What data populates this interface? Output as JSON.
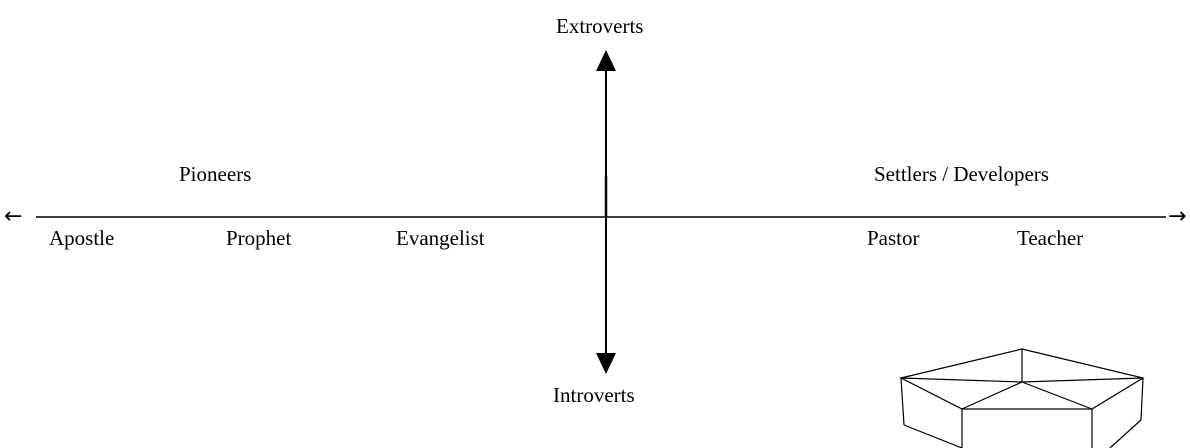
{
  "axes": {
    "top_label": "Extroverts",
    "bottom_label": "Introverts",
    "left_group_label": "Pioneers",
    "right_group_label": "Settlers / Developers",
    "left_arrow": "←",
    "right_arrow": "→"
  },
  "roles": [
    {
      "name": "Apostle"
    },
    {
      "name": "Prophet"
    },
    {
      "name": "Evangelist"
    },
    {
      "name": "Pastor"
    },
    {
      "name": "Teacher"
    }
  ],
  "colors": {
    "line": "#000000",
    "text": "#000000",
    "background": "#ffffff"
  }
}
